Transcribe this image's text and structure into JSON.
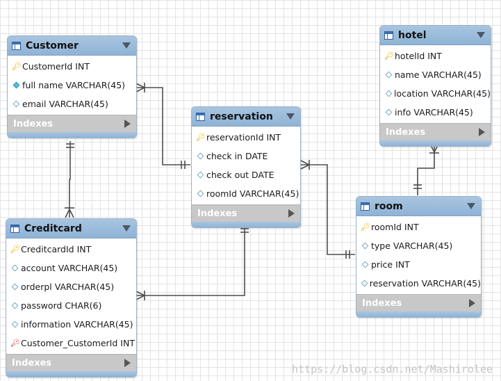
{
  "tables": [
    {
      "id": "customer",
      "title": "Customer",
      "columns": [
        {
          "name": "CustomerId INT",
          "key": "pk"
        },
        {
          "name": "full name VARCHAR(45)",
          "key": "filled"
        },
        {
          "name": "email VARCHAR(45)",
          "key": "empty"
        }
      ],
      "indexes_label": "Indexes"
    },
    {
      "id": "reservation",
      "title": "reservation",
      "columns": [
        {
          "name": "reservationId INT",
          "key": "pk"
        },
        {
          "name": "check in DATE",
          "key": "empty"
        },
        {
          "name": "check out DATE",
          "key": "empty"
        },
        {
          "name": "roomId VARCHAR(45)",
          "key": "empty"
        }
      ],
      "indexes_label": "Indexes"
    },
    {
      "id": "hotel",
      "title": "hotel",
      "columns": [
        {
          "name": "hotelId INT",
          "key": "pk"
        },
        {
          "name": "name VARCHAR(45)",
          "key": "empty"
        },
        {
          "name": "location VARCHAR(45)",
          "key": "empty"
        },
        {
          "name": "info VARCHAR(45)",
          "key": "empty"
        }
      ],
      "indexes_label": "Indexes"
    },
    {
      "id": "room",
      "title": "room",
      "columns": [
        {
          "name": "roomId INT",
          "key": "pk"
        },
        {
          "name": "type VARCHAR(45)",
          "key": "empty"
        },
        {
          "name": "price INT",
          "key": "empty"
        },
        {
          "name": "reservation VARCHAR(45)",
          "key": "empty"
        }
      ],
      "indexes_label": "Indexes"
    },
    {
      "id": "creditcard",
      "title": "Creditcard",
      "columns": [
        {
          "name": "CreditcardId INT",
          "key": "pk"
        },
        {
          "name": "account VARCHAR(45)",
          "key": "empty"
        },
        {
          "name": "orderpl VARCHAR(45)",
          "key": "empty"
        },
        {
          "name": "password CHAR(6)",
          "key": "empty"
        },
        {
          "name": "information VARCHAR(45)",
          "key": "empty"
        },
        {
          "name": "Customer_CustomerId INT",
          "key": "fk"
        }
      ],
      "indexes_label": "Indexes"
    }
  ],
  "relationships": [
    {
      "from": "Customer",
      "to": "reservation"
    },
    {
      "from": "Customer",
      "to": "Creditcard"
    },
    {
      "from": "reservation",
      "to": "Creditcard"
    },
    {
      "from": "reservation",
      "to": "room"
    },
    {
      "from": "hotel",
      "to": "room"
    }
  ],
  "colors": {
    "header": "#8fb3d6",
    "indexes_bar": "#c8c8c8",
    "line": "#4d4d4d",
    "pk_key": "#e1b100",
    "fk_key": "#d43a2a"
  },
  "icons": {
    "table": "table-icon",
    "primary_key": "key-icon",
    "foreign_key": "foreign-key-icon",
    "column_filled": "filled-diamond-icon",
    "column_empty": "empty-diamond-icon",
    "collapse": "triangle-down-icon",
    "expand": "triangle-right-icon"
  },
  "watermark": "https://blog.csdn.net/Mashirolee"
}
